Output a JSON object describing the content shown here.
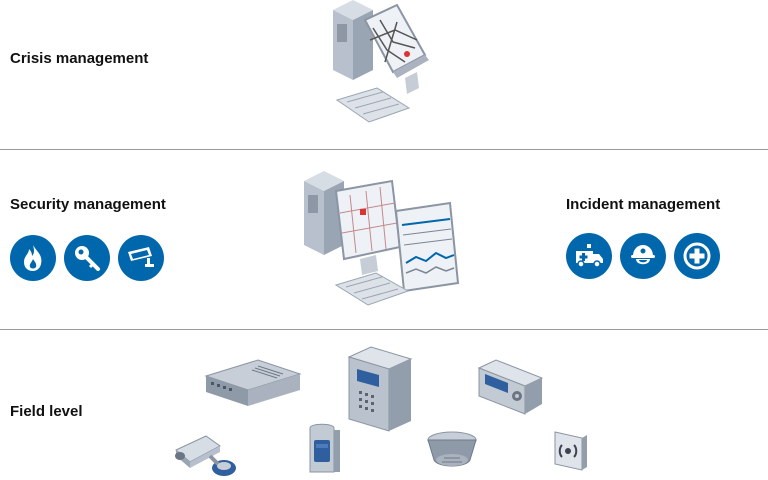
{
  "tiers": {
    "crisis": {
      "label": "Crisis management"
    },
    "security": {
      "label": "Security management",
      "icons": [
        "fire-icon",
        "key-icon",
        "cctv-camera-icon"
      ]
    },
    "incident": {
      "label": "Incident management",
      "icons": [
        "ambulance-icon",
        "firefighter-helmet-icon",
        "medical-cross-icon"
      ]
    },
    "field": {
      "label": "Field level"
    }
  },
  "colors": {
    "accent": "#0067ac",
    "divider": "#9a9a9a"
  }
}
